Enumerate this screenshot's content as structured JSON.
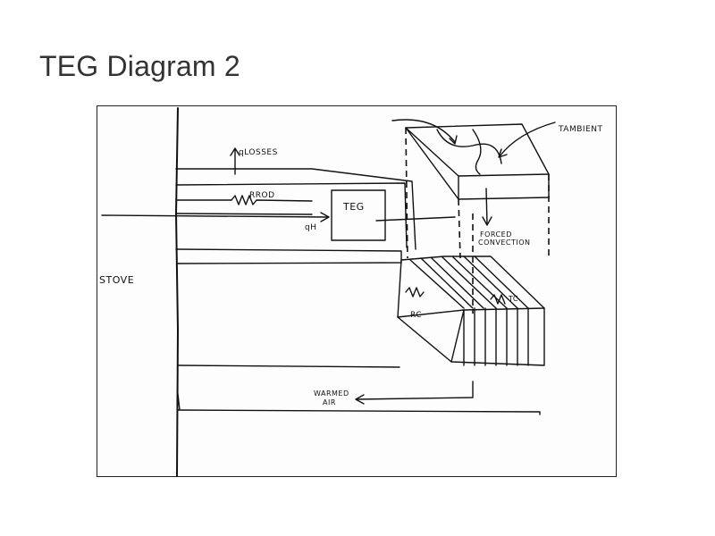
{
  "slide": {
    "title": "TEG Diagram 2"
  },
  "diagram": {
    "labels": {
      "q_losses": "qLOSSES",
      "r_rod": "RROD",
      "teg": "TEG",
      "q_h": "qH",
      "t_ambient": "TAMBIENT",
      "forced_convection_1": "FORCED",
      "forced_convection_2": "CONVECTION",
      "stove": "STOVE",
      "r_c": "RC",
      "t_c": "TC",
      "warmed_air_1": "WARMED",
      "warmed_air_2": "AIR"
    }
  }
}
